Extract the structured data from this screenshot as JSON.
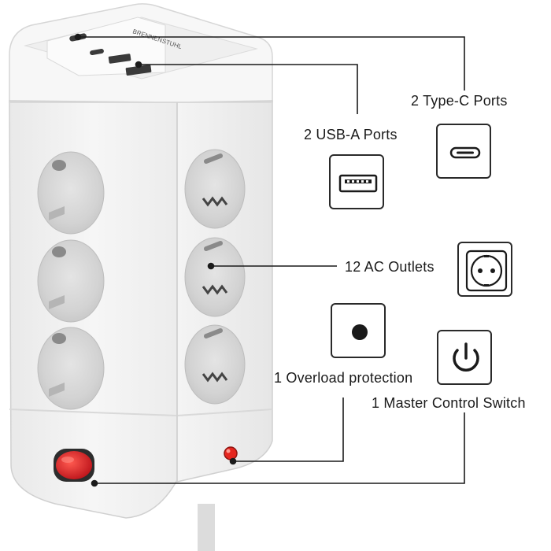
{
  "brand_mark": "BRENNENSTUHL",
  "features": {
    "type_c": {
      "label": "2 Type-C Ports",
      "icon": "usb-c-port-icon"
    },
    "usb_a": {
      "label": "2 USB-A Ports",
      "icon": "usb-a-port-icon"
    },
    "ac": {
      "label": "12 AC Outlets",
      "icon": "schuko-socket-icon"
    },
    "overload": {
      "label": "1 Overload protection",
      "icon": "overload-indicator-icon"
    },
    "master": {
      "label": "1 Master Control Switch",
      "icon": "power-button-icon"
    }
  },
  "colors": {
    "body": "#f2f2f2",
    "switch_red": "#d0161e",
    "indicator_red": "#e5261f",
    "line": "#1a1a1a"
  }
}
